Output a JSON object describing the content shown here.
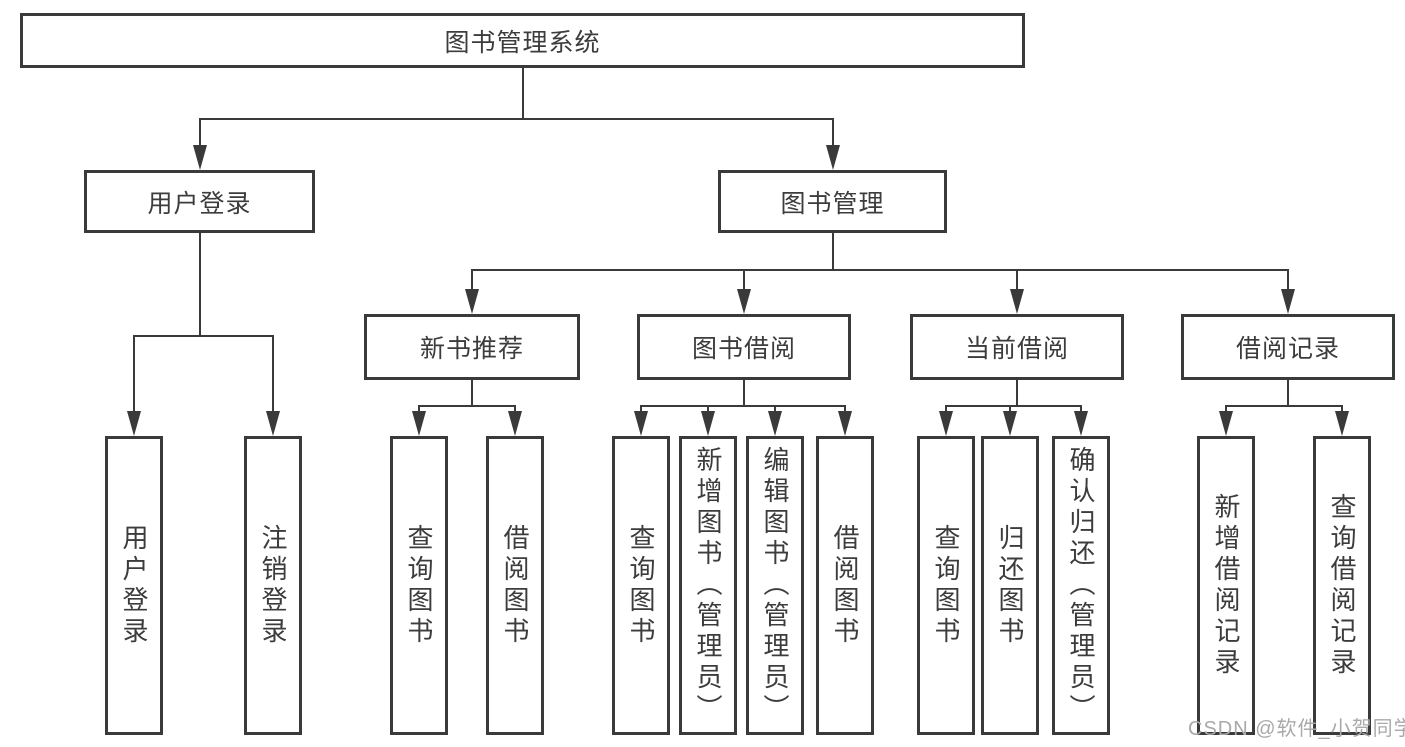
{
  "diagram_title": "图书管理系统",
  "nodes": [
    {
      "id": "root",
      "label": "图书管理系统",
      "parent": null,
      "orientation": "horizontal"
    },
    {
      "id": "user-login",
      "label": "用户登录",
      "parent": "root",
      "orientation": "horizontal"
    },
    {
      "id": "book-mgmt",
      "label": "图书管理",
      "parent": "root",
      "orientation": "horizontal"
    },
    {
      "id": "login",
      "label": "用户登录",
      "parent": "user-login",
      "orientation": "vertical"
    },
    {
      "id": "logout",
      "label": "注销登录",
      "parent": "user-login",
      "orientation": "vertical"
    },
    {
      "id": "new-book-rec",
      "label": "新书推荐",
      "parent": "book-mgmt",
      "orientation": "horizontal"
    },
    {
      "id": "book-borrow",
      "label": "图书借阅",
      "parent": "book-mgmt",
      "orientation": "horizontal"
    },
    {
      "id": "current-borrow",
      "label": "当前借阅",
      "parent": "book-mgmt",
      "orientation": "horizontal"
    },
    {
      "id": "borrow-records",
      "label": "借阅记录",
      "parent": "book-mgmt",
      "orientation": "horizontal"
    },
    {
      "id": "nbr-query",
      "label": "查询图书",
      "parent": "new-book-rec",
      "orientation": "vertical"
    },
    {
      "id": "nbr-borrow",
      "label": "借阅图书",
      "parent": "new-book-rec",
      "orientation": "vertical"
    },
    {
      "id": "bb-query",
      "label": "查询图书",
      "parent": "book-borrow",
      "orientation": "vertical"
    },
    {
      "id": "bb-add",
      "label": "新增图书（管理员）",
      "parent": "book-borrow",
      "orientation": "vertical"
    },
    {
      "id": "bb-edit",
      "label": "编辑图书（管理员）",
      "parent": "book-borrow",
      "orientation": "vertical"
    },
    {
      "id": "bb-borrow",
      "label": "借阅图书",
      "parent": "book-borrow",
      "orientation": "vertical"
    },
    {
      "id": "cb-query",
      "label": "查询图书",
      "parent": "current-borrow",
      "orientation": "vertical"
    },
    {
      "id": "cb-return",
      "label": "归还图书",
      "parent": "current-borrow",
      "orientation": "vertical"
    },
    {
      "id": "cb-confirm",
      "label": "确认归还（管理员）",
      "parent": "current-borrow",
      "orientation": "vertical"
    },
    {
      "id": "br-add",
      "label": "新增借阅记录",
      "parent": "borrow-records",
      "orientation": "vertical"
    },
    {
      "id": "br-query",
      "label": "查询借阅记录",
      "parent": "borrow-records",
      "orientation": "vertical"
    }
  ],
  "watermark": "CSDN @软件_小贺同学",
  "colors": {
    "line": "#3a3a3a",
    "text": "#3c3c3c",
    "watermark": "#a9a9a9",
    "background": "#ffffff"
  }
}
